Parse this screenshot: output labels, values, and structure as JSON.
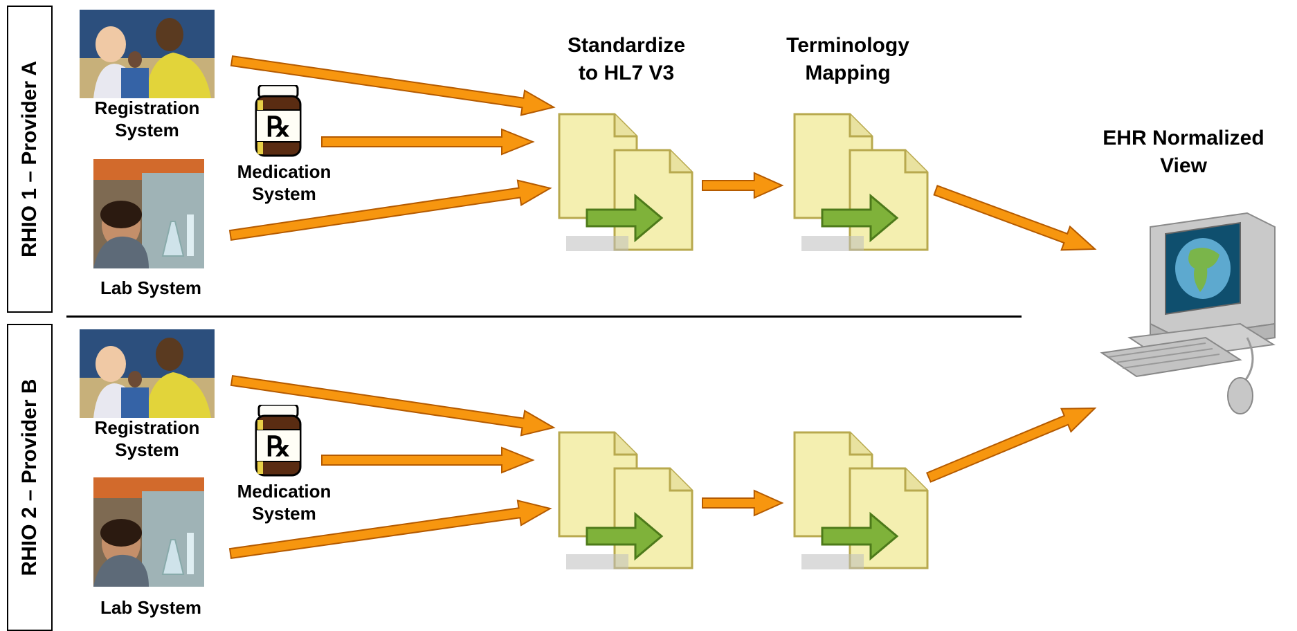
{
  "providers": [
    {
      "side_label": "RHIO 1 – Provider A",
      "registration_label": "Registration\nSystem",
      "medication_label": "Medication\nSystem",
      "lab_label": "Lab System"
    },
    {
      "side_label": "RHIO 2 – Provider B",
      "registration_label": "Registration\nSystem",
      "medication_label": "Medication\nSystem",
      "lab_label": "Lab System"
    }
  ],
  "stages": {
    "standardize": "Standardize\nto HL7 V3",
    "terminology": "Terminology\nMapping",
    "ehr_view": "EHR Normalized\nView"
  },
  "rx_symbol": "℞",
  "colors": {
    "arrow_fill": "#F7960F",
    "arrow_stroke": "#B45A00",
    "doc_fill": "#F4EFB0",
    "doc_stroke": "#B8A94E",
    "doc_arrow": "#7FB23A"
  },
  "icons": [
    "people-photo-icon",
    "rx-bottle-icon",
    "lab-photo-icon",
    "document-transform-icon",
    "computer-globe-icon"
  ]
}
